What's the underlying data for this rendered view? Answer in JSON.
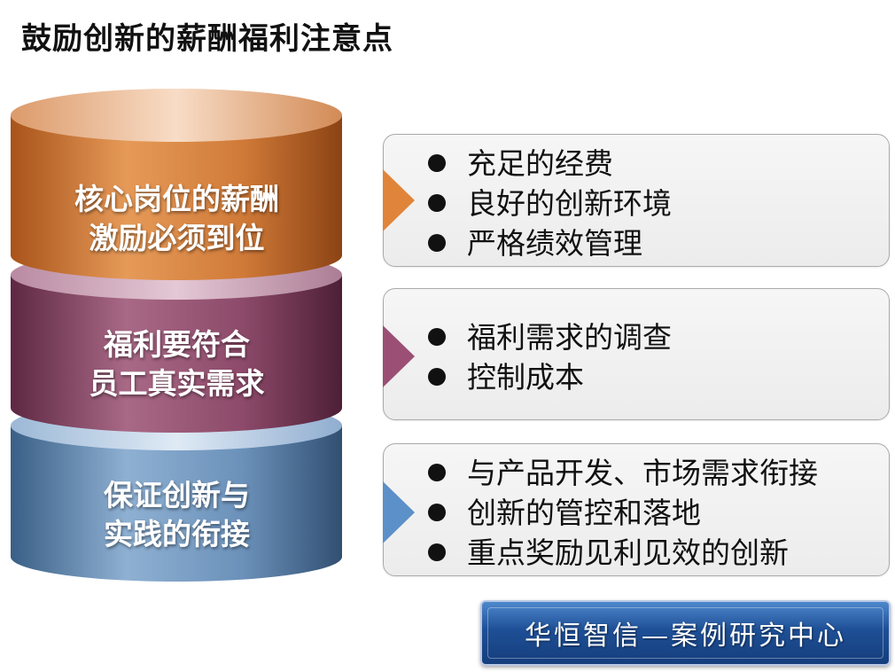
{
  "title": "鼓励创新的薪酬福利注意点",
  "cylinders": [
    {
      "line1": "核心岗位的薪酬",
      "line2": "激励必须到位"
    },
    {
      "line1": "福利要符合",
      "line2": "员工真实需求"
    },
    {
      "line1": "保证创新与",
      "line2": "实践的衔接"
    }
  ],
  "boxes": [
    {
      "items": [
        "充足的经费",
        "良好的创新环境",
        "严格绩效管理"
      ]
    },
    {
      "items": [
        "福利需求的调查",
        "控制成本"
      ]
    },
    {
      "items": [
        "与产品开发、市场需求衔接",
        "创新的管控和落地",
        "重点奖励见利见效的创新"
      ]
    }
  ],
  "colors": {
    "orange": "#e0843a",
    "purple": "#9b4f74",
    "blue": "#5b90c8"
  },
  "logo": {
    "text": "华恒智信—案例研究中心"
  }
}
